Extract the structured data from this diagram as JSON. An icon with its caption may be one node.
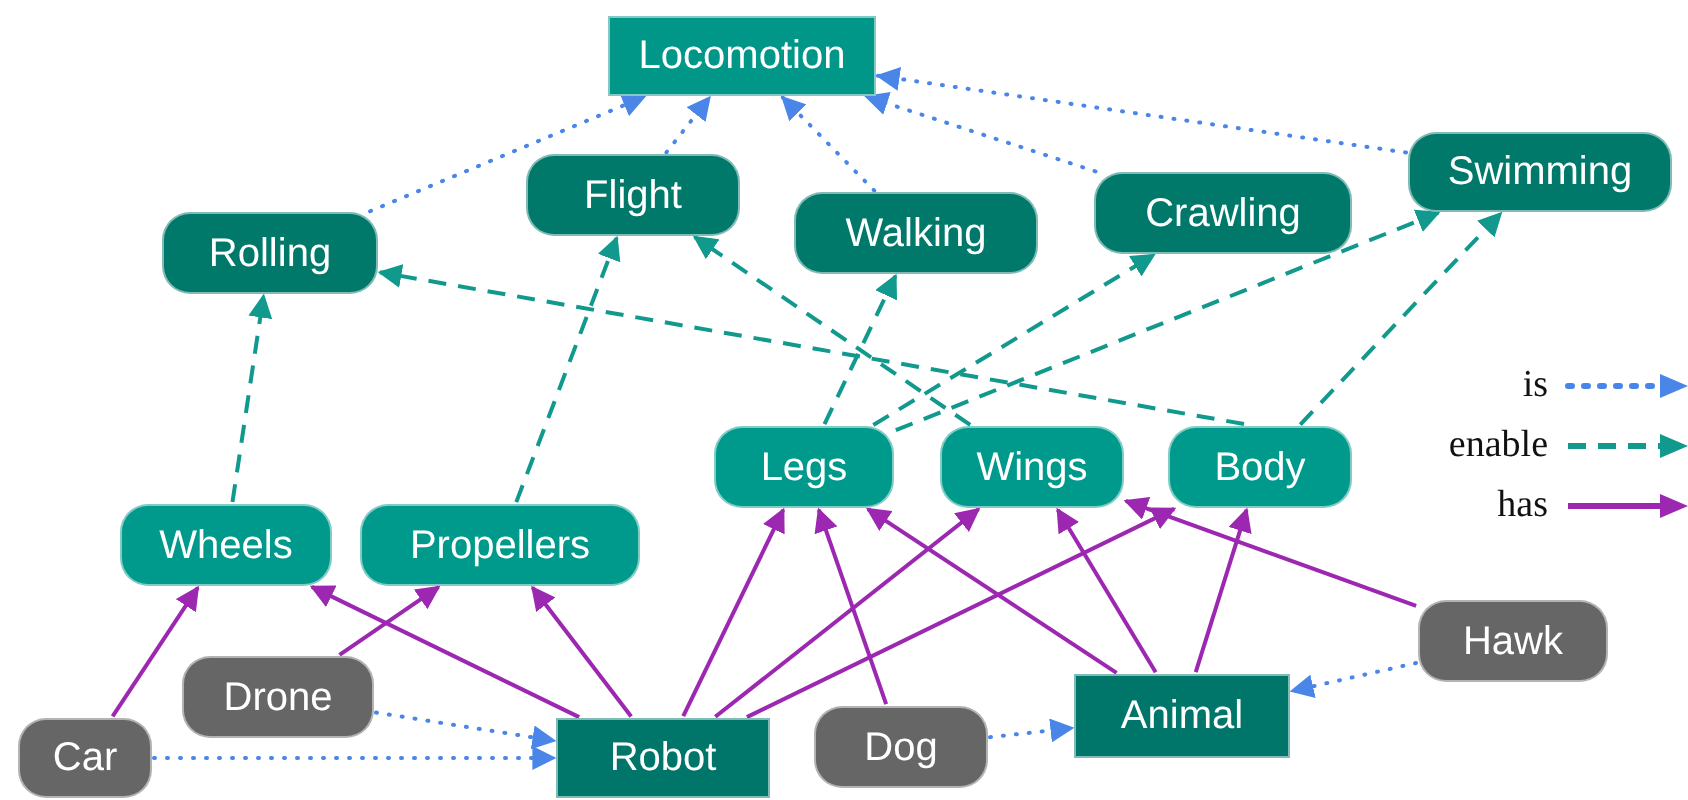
{
  "diagram": {
    "nodes": [
      {
        "text": [
          "Locomotion"
        ]
      },
      {
        "text": [
          "Flight"
        ]
      },
      {
        "text": [
          "Swimming"
        ]
      },
      {
        "text": [
          "Walking"
        ]
      },
      {
        "text": [
          "Crawling"
        ]
      },
      {
        "text": [
          "Rolling"
        ]
      },
      {
        "text": [
          "Legs"
        ]
      },
      {
        "text": [
          "Wings"
        ]
      },
      {
        "text": [
          "Body"
        ]
      },
      {
        "text": [
          "Wheels"
        ]
      },
      {
        "text": [
          "Propellers"
        ]
      },
      {
        "text": [
          "Hawk"
        ]
      },
      {
        "text": [
          "Drone"
        ]
      },
      {
        "text": [
          "Animal"
        ]
      },
      {
        "text": [
          "Car"
        ]
      },
      {
        "text": [
          "Robot"
        ]
      },
      {
        "text": [
          "Dog"
        ]
      }
    ],
    "edges": [
      {
        "from": 5,
        "to": 0,
        "arrow": "to",
        "style": "dashed",
        "color": "#4a86e8"
      },
      {
        "from": 1,
        "to": 0,
        "arrow": "to",
        "style": "dashed",
        "color": "#4a86e8"
      },
      {
        "from": 3,
        "to": 0,
        "arrow": "to",
        "style": "dashed",
        "color": "#4a86e8"
      },
      {
        "from": 4,
        "to": 0,
        "arrow": "to",
        "style": "dashed",
        "color": "#4a86e8"
      },
      {
        "from": 2,
        "to": 0,
        "arrow": "to",
        "style": "dashed",
        "color": "#4a86e8"
      },
      {
        "from": 14,
        "to": 15,
        "arrow": "to",
        "style": "dashed",
        "color": "#4a86e8"
      },
      {
        "from": 12,
        "to": 15,
        "arrow": "to",
        "style": "dashed",
        "color": "#4a86e8"
      },
      {
        "from": 16,
        "to": 13,
        "arrow": "to",
        "style": "dashed",
        "color": "#4a86e8"
      },
      {
        "from": 11,
        "to": 13,
        "arrow": "to",
        "style": "dashed",
        "color": "#4a86e8"
      },
      {
        "from": 9,
        "to": 5,
        "arrow": "to",
        "style": "dashed",
        "color": "#11998e"
      },
      {
        "from": 10,
        "to": 1,
        "arrow": "to",
        "style": "dashed",
        "color": "#11998e"
      },
      {
        "from": 6,
        "to": 3,
        "arrow": "to",
        "style": "dashed",
        "color": "#11998e"
      },
      {
        "from": 6,
        "to": 4,
        "arrow": "to",
        "style": "dashed",
        "color": "#11998e"
      },
      {
        "from": 6,
        "to": 2,
        "arrow": "to",
        "style": "dashed",
        "color": "#11998e"
      },
      {
        "from": 7,
        "to": 1,
        "arrow": "to",
        "style": "dashed",
        "color": "#11998e"
      },
      {
        "from": 8,
        "to": 5,
        "arrow": "to",
        "style": "dashed",
        "color": "#11998e"
      },
      {
        "from": 8,
        "to": 2,
        "arrow": "to",
        "style": "dashed",
        "color": "#11998e"
      },
      {
        "from": 14,
        "to": 9,
        "arrow": "to"
      },
      {
        "from": 12,
        "to": 10,
        "arrow": "to"
      },
      {
        "from": 15,
        "to": 9,
        "arrow": "to"
      },
      {
        "from": 15,
        "to": 10,
        "arrow": "to"
      },
      {
        "from": 15,
        "to": 6,
        "arrow": "to"
      },
      {
        "from": 15,
        "to": 7,
        "arrow": "to"
      },
      {
        "from": 15,
        "to": 8,
        "arrow": "to"
      },
      {
        "from": 16,
        "to": 6,
        "arrow": "to"
      },
      {
        "from": 13,
        "to": 6,
        "arrow": "to"
      },
      {
        "from": 13,
        "to": 7,
        "arrow": "to"
      },
      {
        "from": 13,
        "to": 8,
        "arrow": "to"
      },
      {
        "from": 11,
        "to": 7,
        "arrow": "to"
      }
    ],
    "legend": [
      {
        "text": "is"
      },
      {
        "text": "enable"
      },
      {
        "text": "has"
      }
    ]
  }
}
